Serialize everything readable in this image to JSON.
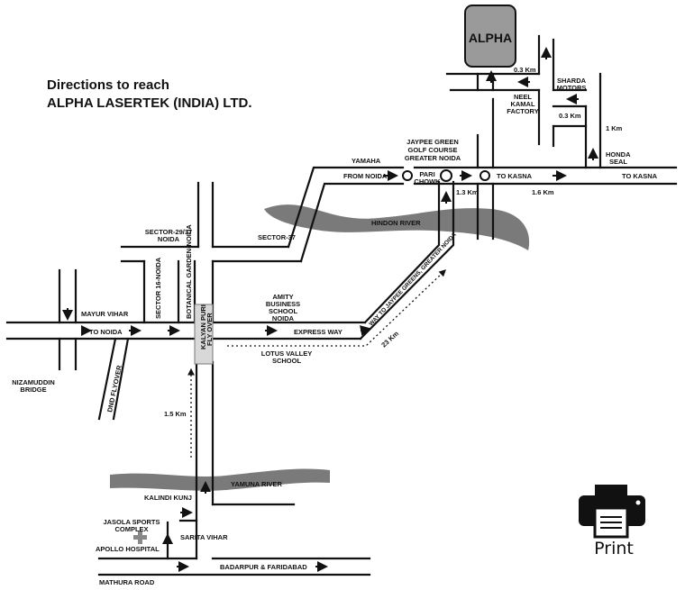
{
  "heading": {
    "line1": "Directions to reach",
    "line2": "ALPHA LASERTEK (INDIA) LTD."
  },
  "destination": "ALPHA",
  "rivers": [
    "HINDON RIVER",
    "YAMUNA RIVER"
  ],
  "places": {
    "yamaha": "YAMAHA",
    "jaypee_1": "JAYPEE GREEN",
    "jaypee_2": "GOLF COURSE",
    "jaypee_3": "GREATER NOIDA",
    "pari_1": "PARI",
    "pari_2": "CHOWK",
    "from_noida": "FROM NOIDA",
    "to_kasna_1": "TO KASNA",
    "to_kasna_2": "TO KASNA",
    "neel_1": "NEEL",
    "neel_2": "KAMAL",
    "neel_3": "FACTORY",
    "sharda_1": "SHARDA",
    "sharda_2": "MOTORS",
    "honda_1": "HONDA",
    "honda_2": "SEAL",
    "sector2937_1": "SECTOR-29/37",
    "sector2937_2": "NOIDA",
    "sector37": "SECTOR-37",
    "sector16": "SECTOR 16-NOIDA",
    "botanical": "BOTANICAL GARDEN-NOIDA",
    "kalyanpuri_1": "KALYAN PURI",
    "kalyanpuri_2": "FLY OVER",
    "mayur_vihar": "MAYUR VIHAR",
    "to_noida": "TO NOIDA",
    "amity_1": "AMITY",
    "amity_2": "BUSINESS",
    "amity_3": "SCHOOL",
    "amity_4": "NOIDA",
    "express_way": "EXPRESS WAY",
    "way_to_jaypee": "WAY TO JAYPEE GREENS, GREATER NOIDA",
    "lotus_1": "LOTUS VALLEY",
    "lotus_2": "SCHOOL",
    "nizamuddin_1": "NIZAMUDDIN",
    "nizamuddin_2": "BRIDGE",
    "dnd": "DND FLYOVER",
    "kalindi": "KALINDI KUNJ",
    "jasola_1": "JASOLA SPORTS",
    "jasola_2": "COMPLEX",
    "apollo": "APOLLO HOSPITAL",
    "sarita": "SARITA VIHAR",
    "mathura": "MATHURA ROAD",
    "badarpur": "BADARPUR & FARIDABAD"
  },
  "distances": {
    "d_0_3_top": "0.3 Km",
    "d_0_3_mid": "0.3 Km",
    "d_1_km": "1 Km",
    "d_1_3": "1.3 Km",
    "d_1_6": "1.6 Km",
    "d_23": "23 Km",
    "d_1_5": "1.5 Km"
  },
  "print_button": {
    "label": "Print",
    "icon": "printer-icon"
  }
}
